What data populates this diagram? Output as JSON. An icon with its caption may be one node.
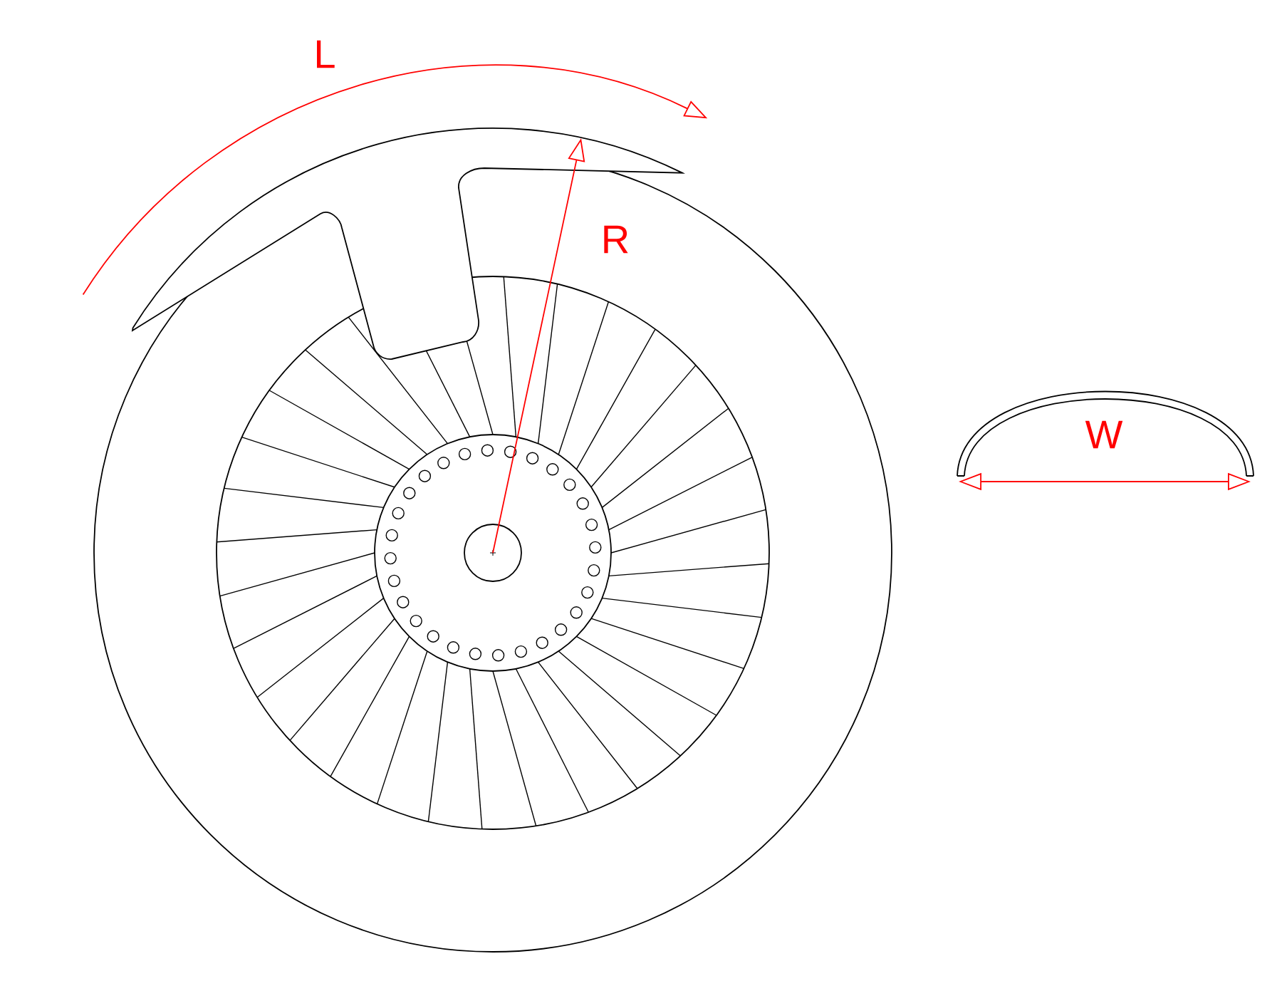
{
  "diagram": {
    "labels": [
      "L",
      "R",
      "W"
    ]
  }
}
